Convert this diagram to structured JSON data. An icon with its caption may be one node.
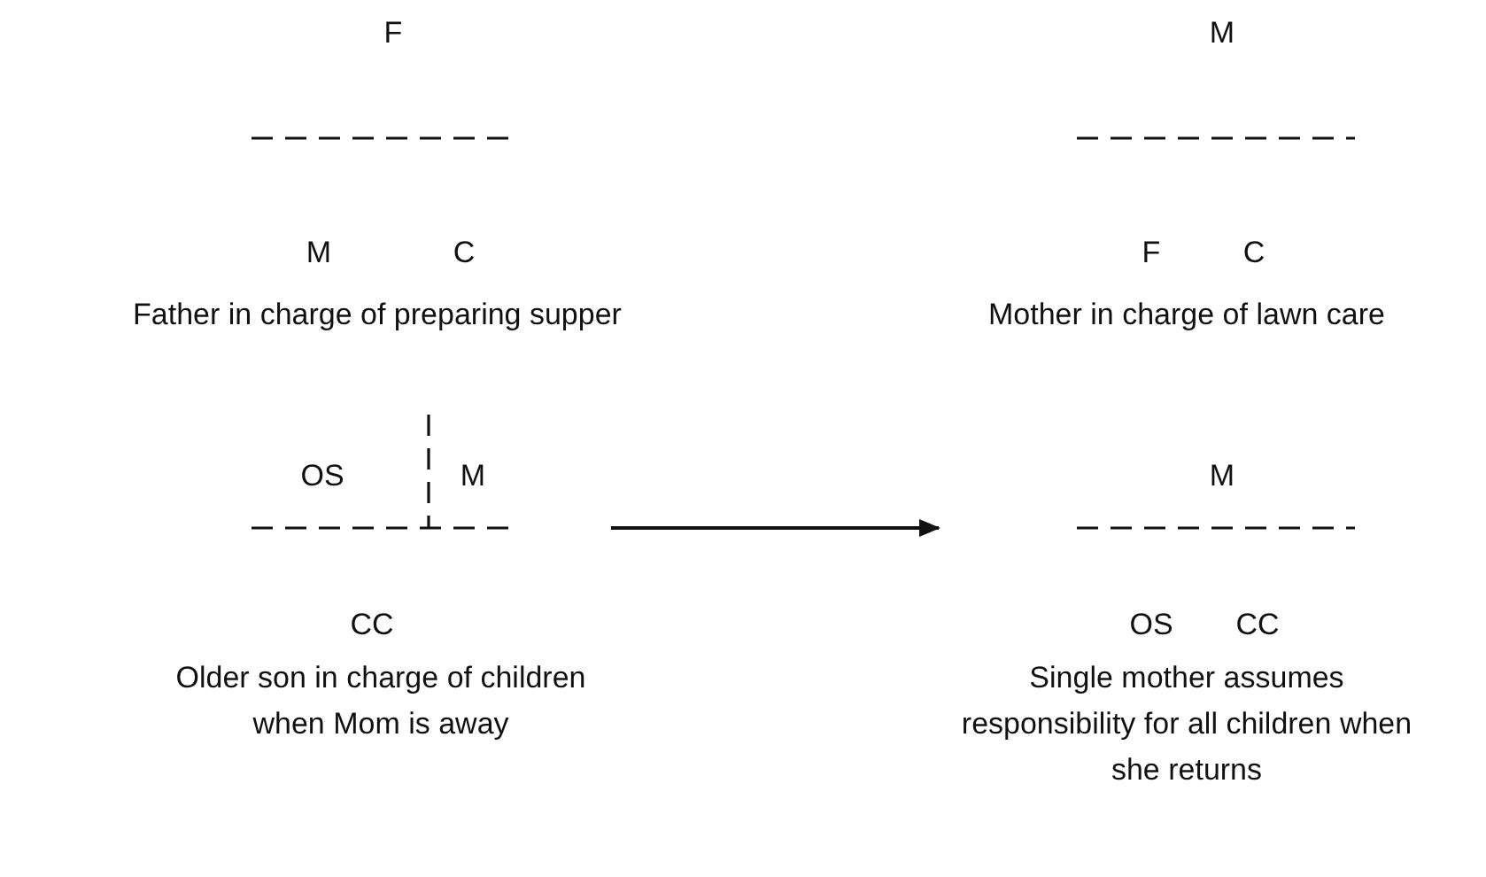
{
  "diagram": {
    "nodes": [
      {
        "text": [
          "F",
          "M",
          "C",
          "Father in charge of preparing supper"
        ]
      },
      {
        "text": [
          "M",
          "F",
          "C",
          "Mother in charge of lawn care"
        ]
      },
      {
        "text": [
          "OS",
          "M",
          "CC",
          "Older son in charge of children when Mom is away"
        ]
      },
      {
        "text": [
          "M",
          "OS",
          "CC",
          "Single mother assumes responsibility for all children when she returns"
        ]
      }
    ],
    "edges": [
      {
        "from": 2,
        "to": 3,
        "arrow": "to"
      }
    ]
  }
}
